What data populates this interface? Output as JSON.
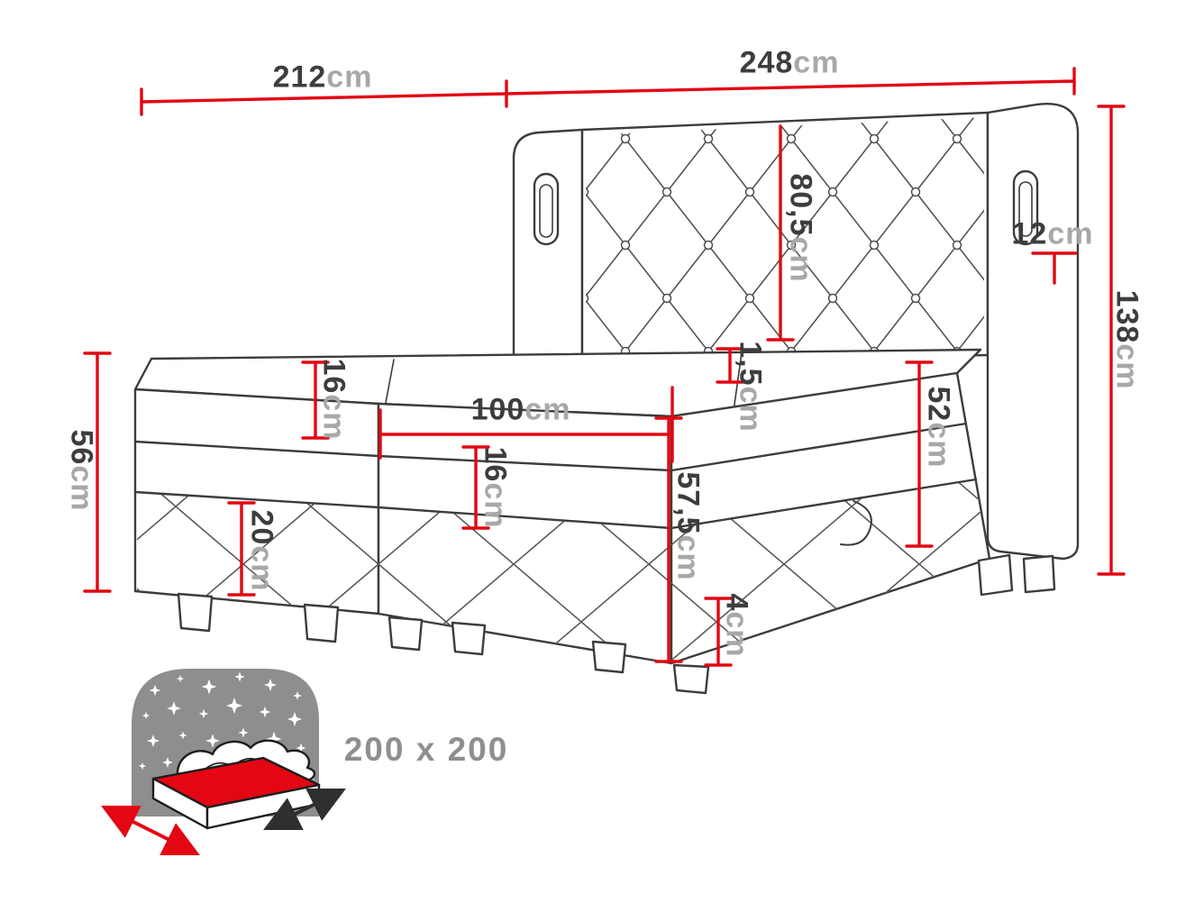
{
  "colors": {
    "accent_red": "#e30613",
    "outline_dark": "#3c3c3c",
    "number_color": "#3d3d3d",
    "unit_color": "#a8a8a7",
    "icon_grey": "#8e8e8e",
    "background": "#ffffff"
  },
  "dimensions": {
    "depth_total": {
      "value": "212",
      "unit": "cm"
    },
    "width_total": {
      "value": "248",
      "unit": "cm"
    },
    "headboard_height": {
      "value": "80,5",
      "unit": "cm"
    },
    "wing_width": {
      "value": "12",
      "unit": "cm"
    },
    "total_height": {
      "value": "138",
      "unit": "cm"
    },
    "foot_end_height": {
      "value": "56",
      "unit": "cm"
    },
    "mattress_top_thickness": {
      "value": "16",
      "unit": "cm"
    },
    "half_width": {
      "value": "100",
      "unit": "cm"
    },
    "topper_thickness": {
      "value": "1,5",
      "unit": "cm"
    },
    "side_height": {
      "value": "52",
      "unit": "cm"
    },
    "mattress_front_thickness": {
      "value": "16",
      "unit": "cm"
    },
    "front_corner_height": {
      "value": "57,5",
      "unit": "cm"
    },
    "base_height": {
      "value": "20",
      "unit": "cm"
    },
    "leg_height": {
      "value": "4",
      "unit": "cm"
    }
  },
  "badge": {
    "size_label": "200 x 200"
  }
}
